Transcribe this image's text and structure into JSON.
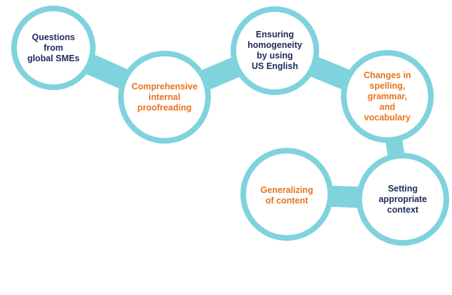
{
  "colors": {
    "ring": "#7FD3DD",
    "background": "#FFFFFF",
    "navy_text": "#1F2A5C",
    "orange_text": "#E8731C"
  },
  "nodes": [
    {
      "id": "questions",
      "label": "Questions\nfrom\nglobal SMEs",
      "color": "navy"
    },
    {
      "id": "proofreading",
      "label": "Comprehensive\ninternal\nproofreading",
      "color": "orange"
    },
    {
      "id": "homogeneity",
      "label": "Ensuring\nhomogeneity\nby using\nUS English",
      "color": "navy"
    },
    {
      "id": "changes",
      "label": "Changes in\nspelling,\ngrammar,\nand\nvocabulary",
      "color": "orange"
    },
    {
      "id": "context",
      "label": "Setting\nappropriate\ncontext",
      "color": "navy"
    },
    {
      "id": "generalizing",
      "label": "Generalizing\nof content",
      "color": "orange"
    }
  ]
}
